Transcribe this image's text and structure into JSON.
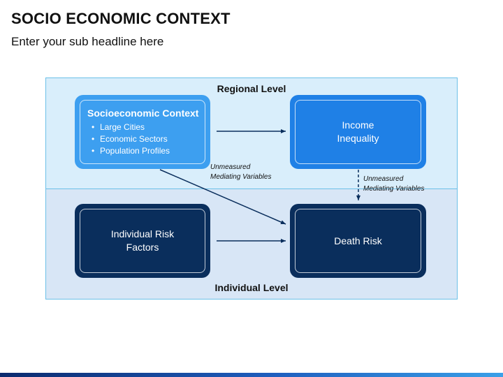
{
  "header": {
    "title": "SOCIO ECONOMIC CONTEXT",
    "subtitle": "Enter your sub headline here"
  },
  "levels": {
    "regional": "Regional Level",
    "individual": "Individual Level"
  },
  "nodes": {
    "context": {
      "heading": "Socioeconomic Context",
      "items": [
        "Large Cities",
        "Economic Sectors",
        "Population Profiles"
      ]
    },
    "income": {
      "line1": "Income",
      "line2": "Inequality"
    },
    "individual_risk": {
      "line1": "Individual Risk",
      "line2": "Factors"
    },
    "death_risk": {
      "label": "Death Risk"
    }
  },
  "notes": {
    "diagonal": {
      "line1": "Unmeasured",
      "line2": "Mediating Variables"
    },
    "vertical": {
      "line1": "Unmeasured",
      "line2": "Mediating Variables"
    }
  },
  "colors": {
    "context_box": "#3d9ff0",
    "income_box": "#1f80e6",
    "dark_box": "#0a2e5c",
    "regional_band": "#d9eefb",
    "individual_band": "#d8e6f6",
    "arrow": "#0a2e5c"
  }
}
